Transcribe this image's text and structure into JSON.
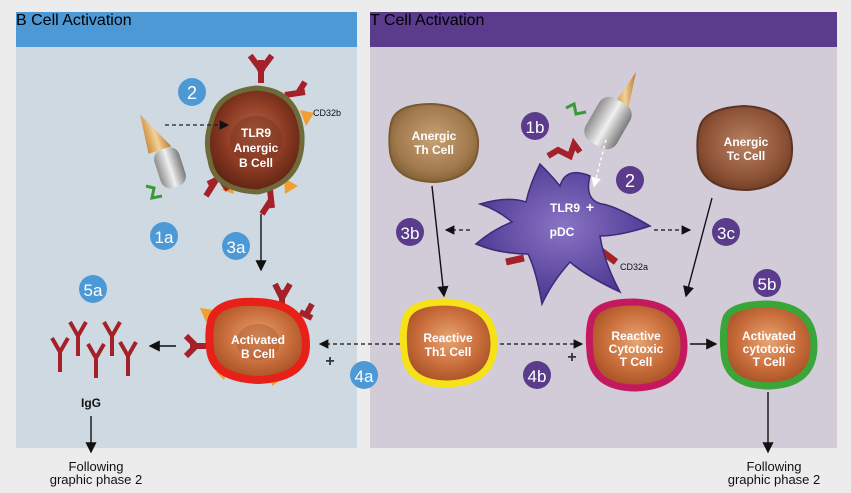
{
  "panels": {
    "b_cell": {
      "title": "B Cell Activation"
    },
    "t_cell": {
      "title": "T Cell Activation"
    }
  },
  "steps": {
    "s2_left": "2",
    "s1a": "1a",
    "s3a": "3a",
    "s5a": "5a",
    "s1b": "1b",
    "s2_right": "2",
    "s3b": "3b",
    "s3c": "3c",
    "s5b": "5b",
    "s4a": "4a",
    "s4b": "4b"
  },
  "cells": {
    "anergic_b": [
      "TLR9",
      "Anergic",
      "B Cell"
    ],
    "activated_b": [
      "Activated",
      "B Cell"
    ],
    "anergic_th": [
      "Anergic",
      "Th Cell"
    ],
    "anergic_tc": [
      "Anergic",
      "Tc Cell"
    ],
    "pdc": {
      "top": "TLR9",
      "plus": "+",
      "bottom": "pDC"
    },
    "reactive_th1": [
      "Reactive",
      "Th1 Cell"
    ],
    "reactive_ctl": [
      "Reactive",
      "Cytotoxic",
      "T Cell"
    ],
    "activated_ctl": [
      "Activated",
      "cytotoxic",
      "T Cell"
    ]
  },
  "labels": {
    "cd32b": "CD32b",
    "cd32a": "CD32a",
    "igg": "IgG",
    "plus_left": "+",
    "plus_right": "+",
    "following_left": [
      "Following",
      "graphic phase 2"
    ],
    "following_right": [
      "Following",
      "graphic phase 2"
    ]
  },
  "colors": {
    "b_accent": "#4d99d6",
    "t_accent": "#5a3b8c",
    "antibody": "#a5212a",
    "receptor_orange": "#f0a030",
    "th1_ring": "#f7e21a",
    "activated_b_ring": "#e8201a",
    "ctl_ring": "#c4195e",
    "activated_ctl_ring": "#3aa63a"
  }
}
